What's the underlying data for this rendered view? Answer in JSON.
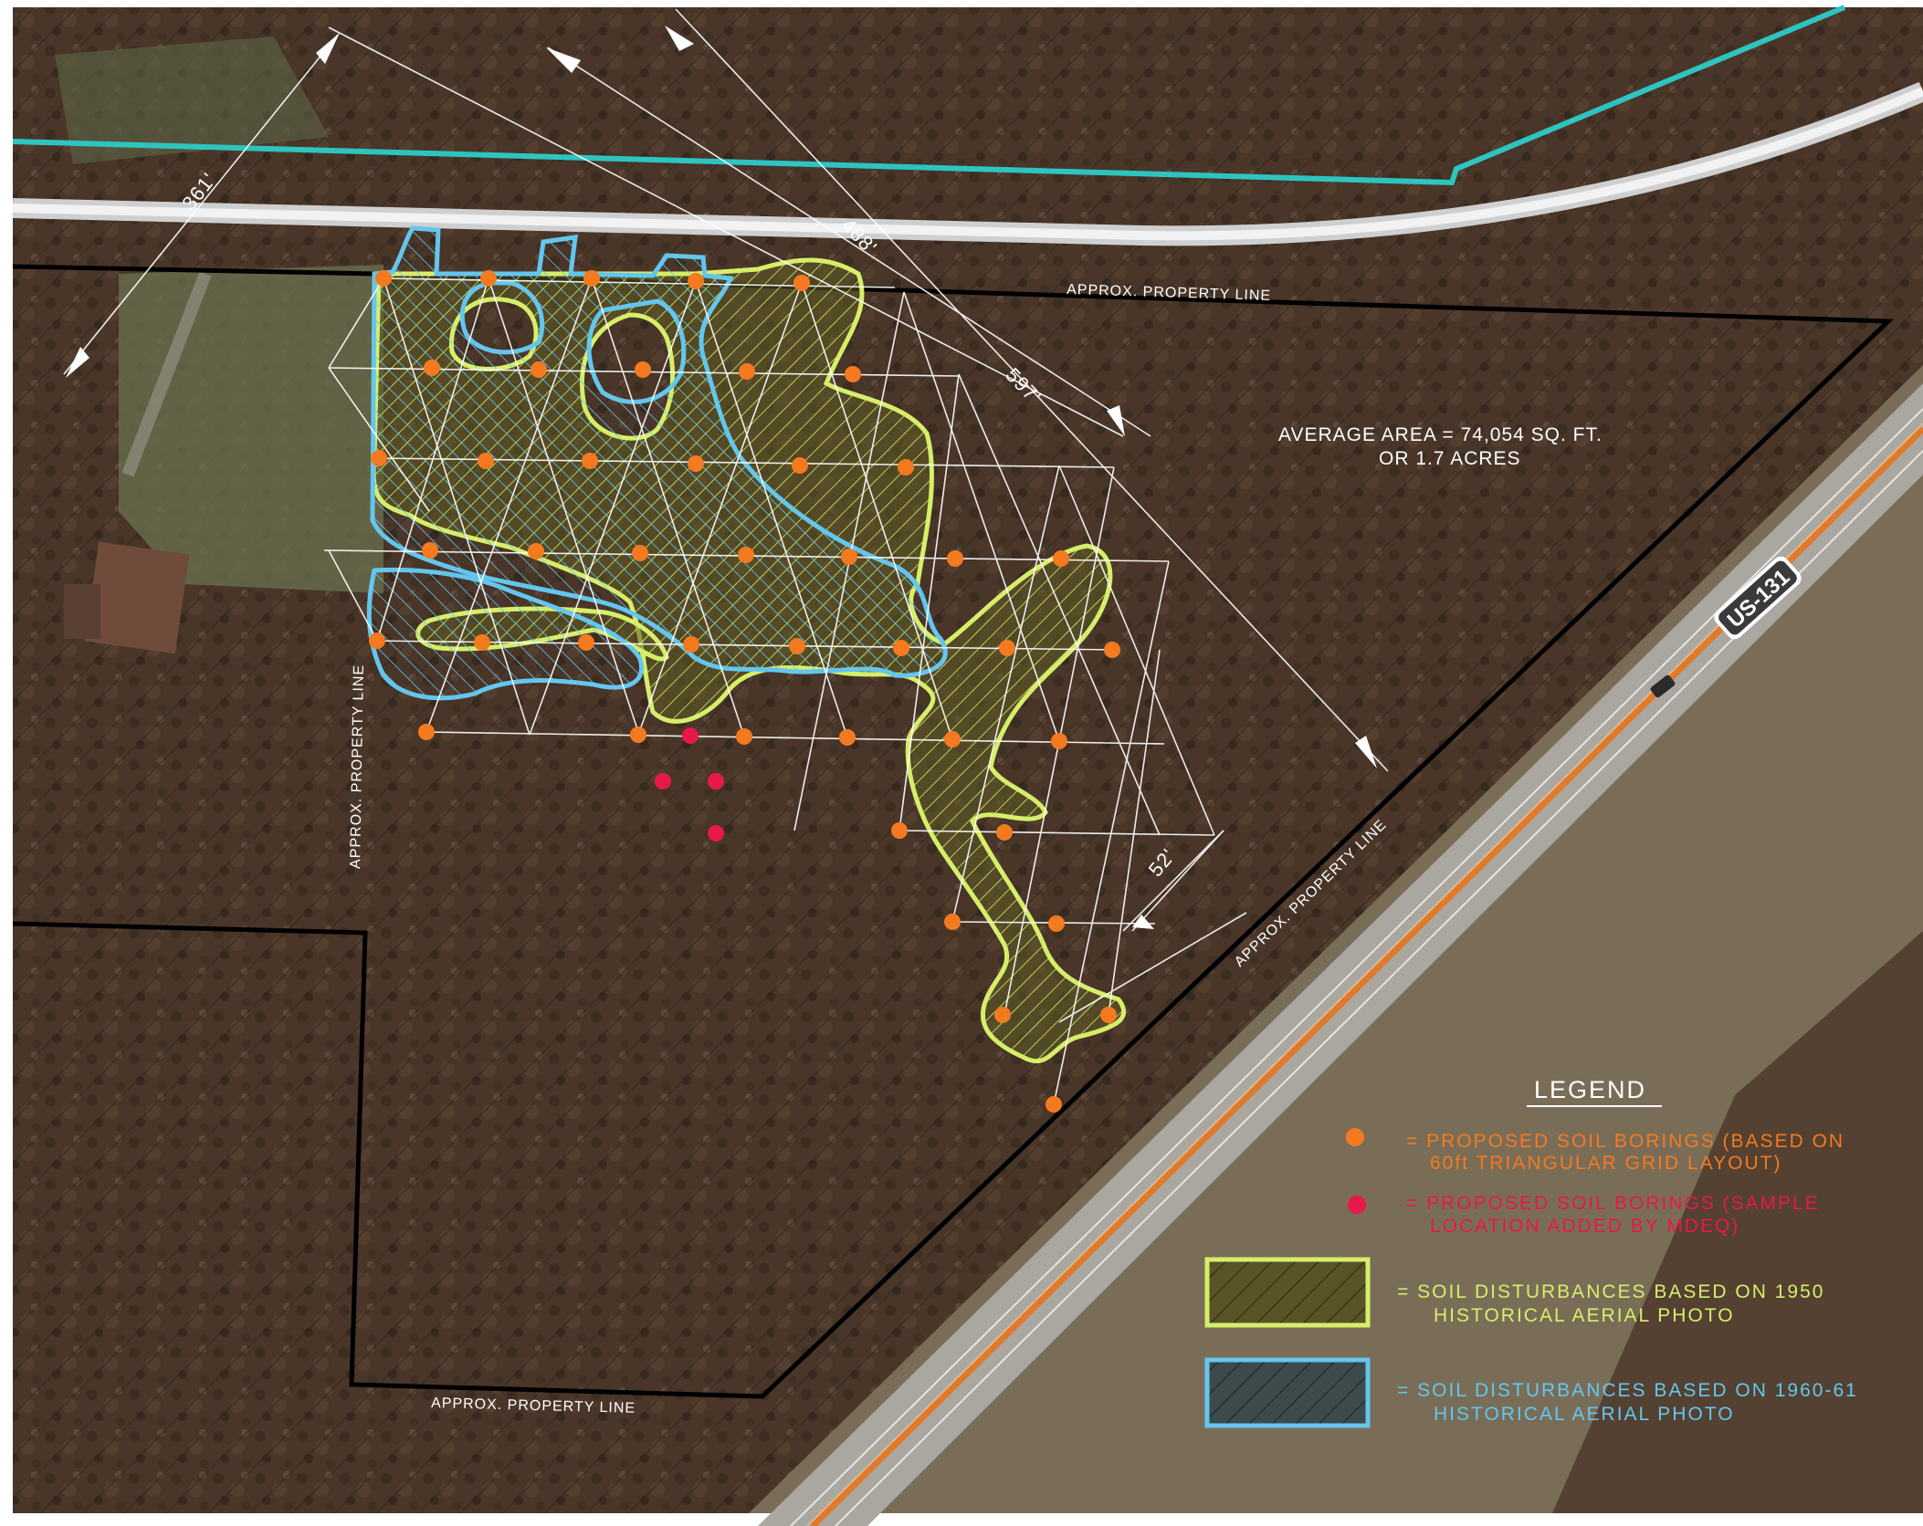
{
  "labels": {
    "prop_top": "APPROX. PROPERTY LINE",
    "prop_left": "APPROX. PROPERTY LINE",
    "prop_right": "APPROX. PROPERTY LINE",
    "prop_bottom": "APPROX. PROPERTY LINE",
    "dim_361": "361'",
    "dim_488": "488'",
    "dim_597": "597'",
    "dim_52": "52'",
    "area_line1": "AVERAGE AREA = 74,054 SQ. FT.",
    "area_line2": "OR 1.7 ACRES",
    "highway_shield": "US-131"
  },
  "legend": {
    "title": "LEGEND",
    "items": [
      {
        "line1": "= PROPOSED SOIL BORINGS (BASED ON",
        "line2": "60ft TRIANGULAR GRID LAYOUT)",
        "color": "#f47a20"
      },
      {
        "line1": "= PROPOSED SOIL BORINGS (SAMPLE",
        "line2": "LOCATION ADDED BY MDEQ)",
        "color": "#e8184a"
      },
      {
        "line1": "= SOIL DISTURBANCES BASED ON 1950",
        "line2": "HISTORICAL AERIAL PHOTO",
        "color": "#d6ee6a"
      },
      {
        "line1": "= SOIL DISTURBANCES BASED ON 1960-61",
        "line2": "HISTORICAL AERIAL PHOTO",
        "color": "#64c6ee"
      }
    ]
  },
  "colors": {
    "boring": "#f47a20",
    "mdeq_boring": "#e8184a",
    "dist_1950": "#d6ee6a",
    "dist_1960": "#64c6ee",
    "property_line": "#000000",
    "teal_line": "#2ec4c0",
    "road_center": "#e07a2a"
  },
  "borings": [
    [
      420,
      305
    ],
    [
      535,
      305
    ],
    [
      648,
      305
    ],
    [
      762,
      308
    ],
    [
      878,
      310
    ],
    [
      473,
      403
    ],
    [
      590,
      405
    ],
    [
      704,
      405
    ],
    [
      818,
      407
    ],
    [
      934,
      410
    ],
    [
      415,
      502
    ],
    [
      532,
      505
    ],
    [
      646,
      505
    ],
    [
      762,
      508
    ],
    [
      876,
      510
    ],
    [
      992,
      512
    ],
    [
      471,
      603
    ],
    [
      587,
      604
    ],
    [
      701,
      606
    ],
    [
      817,
      608
    ],
    [
      930,
      610
    ],
    [
      1046,
      612
    ],
    [
      1162,
      612
    ],
    [
      413,
      702
    ],
    [
      528,
      704
    ],
    [
      642,
      704
    ],
    [
      757,
      706
    ],
    [
      873,
      708
    ],
    [
      987,
      710
    ],
    [
      1103,
      710
    ],
    [
      1218,
      712
    ],
    [
      467,
      802
    ],
    [
      699,
      805
    ],
    [
      815,
      807
    ],
    [
      928,
      808
    ],
    [
      1043,
      810
    ],
    [
      1160,
      812
    ],
    [
      985,
      910
    ],
    [
      1100,
      912
    ],
    [
      1043,
      1010
    ],
    [
      1157,
      1012
    ],
    [
      1098,
      1112
    ],
    [
      1214,
      1112
    ],
    [
      1154,
      1210
    ]
  ],
  "mdeq_borings": [
    [
      756,
      806
    ],
    [
      726,
      856
    ],
    [
      784,
      856
    ],
    [
      784,
      913
    ]
  ],
  "icons": {
    "boring": "orange-dot-icon",
    "mdeq_boring": "red-dot-icon",
    "highway_shield": "highway-shield-icon"
  }
}
